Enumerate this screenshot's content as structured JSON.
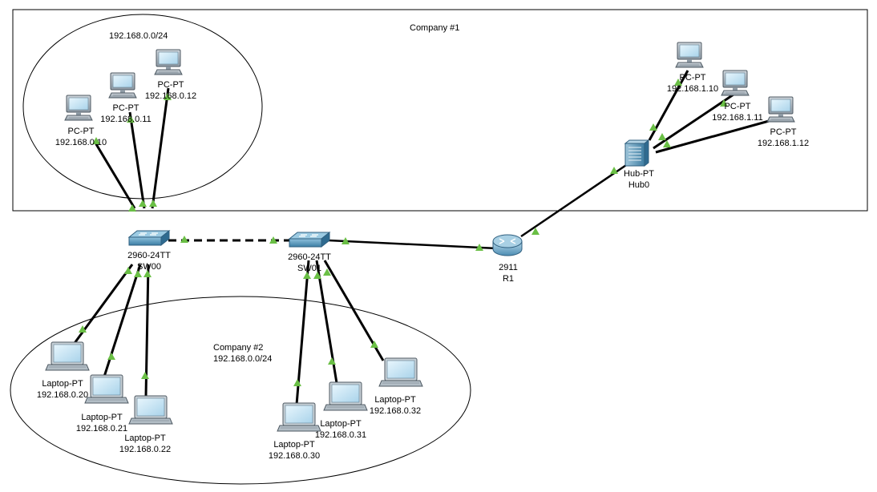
{
  "areas": {
    "company1": "Company #1",
    "company2_title": "Company #2",
    "company2_net": "192.168.0.0/24",
    "net_top": "192.168.0.0/24"
  },
  "devices": {
    "pc0": {
      "type": "PC-PT",
      "ip": "192.168.0.10"
    },
    "pc1": {
      "type": "PC-PT",
      "ip": "192.168.0.11"
    },
    "pc2": {
      "type": "PC-PT",
      "ip": "192.168.0.12"
    },
    "pc3": {
      "type": "PC-PT",
      "ip": "192.168.1.10"
    },
    "pc4": {
      "type": "PC-PT",
      "ip": "192.168.1.11"
    },
    "pc5": {
      "type": "PC-PT",
      "ip": "192.168.1.12"
    },
    "hub0": {
      "type": "Hub-PT",
      "name": "Hub0"
    },
    "router": {
      "model": "2911",
      "name": "R1"
    },
    "sw0": {
      "model": "2960-24TT",
      "name": "SW00"
    },
    "sw1": {
      "model": "2960-24TT",
      "name": "SW01"
    },
    "lap0": {
      "type": "Laptop-PT",
      "ip": "192.168.0.20"
    },
    "lap1": {
      "type": "Laptop-PT",
      "ip": "192.168.0.21"
    },
    "lap2": {
      "type": "Laptop-PT",
      "ip": "192.168.0.22"
    },
    "lap3": {
      "type": "Laptop-PT",
      "ip": "192.168.0.30"
    },
    "lap4": {
      "type": "Laptop-PT",
      "ip": "192.168.0.31"
    },
    "lap5": {
      "type": "Laptop-PT",
      "ip": "192.168.0.32"
    }
  },
  "colors": {
    "link": "#000000",
    "port_status": "#6abf45",
    "switch": "#4a8db5",
    "router": "#5a9bc0",
    "screen": "#cfe8f5"
  }
}
